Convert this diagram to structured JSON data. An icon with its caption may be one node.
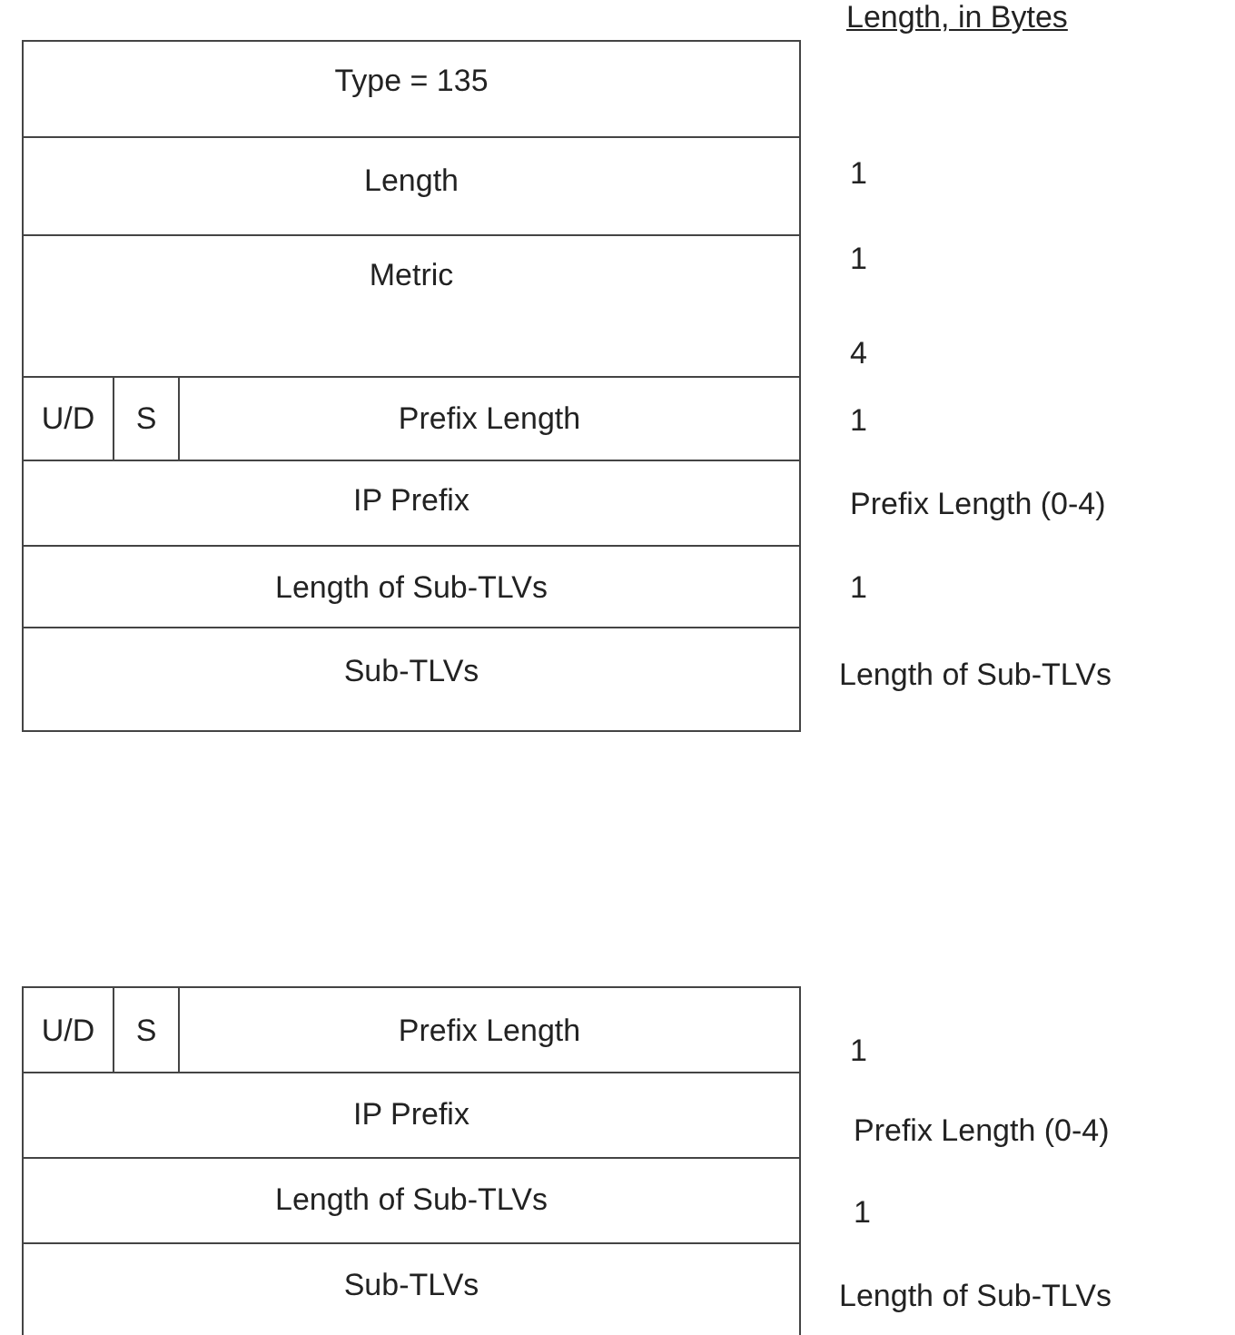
{
  "diagram": {
    "nodes": [
      {
        "text": [
          "Type = 135"
        ],
        "beside": [
          "1"
        ]
      },
      {
        "text": [
          "Length"
        ],
        "beside": [
          "1"
        ]
      },
      {
        "text": [
          "Metric"
        ],
        "beside": [
          "4"
        ]
      },
      {
        "text": [
          "U/D"
        ]
      },
      {
        "text": [
          "S"
        ]
      },
      {
        "text": [
          "Prefix Length"
        ],
        "beside": [
          "1"
        ]
      },
      {
        "text": [
          "IP Prefix"
        ],
        "beside": [
          "Prefix Length (0-4)"
        ]
      },
      {
        "text": [
          "Length of Sub-TLVs"
        ],
        "beside": [
          "1"
        ]
      },
      {
        "text": [
          "Sub-TLVs"
        ],
        "beside": [
          "Length of Sub-TLVs"
        ]
      },
      {
        "text": [
          "U/D"
        ]
      },
      {
        "text": [
          "S"
        ]
      },
      {
        "text": [
          "Prefix Length"
        ],
        "beside": [
          "1"
        ]
      },
      {
        "text": [
          "IP Prefix"
        ],
        "beside": [
          "Prefix Length (0-4)"
        ]
      },
      {
        "text": [
          "Length of Sub-TLVs"
        ],
        "beside": [
          "1"
        ]
      },
      {
        "text": [
          "Sub-TLVs"
        ],
        "beside": [
          "Length of Sub-TLVs"
        ]
      }
    ],
    "labels": [
      "Length, in Bytes"
    ]
  }
}
